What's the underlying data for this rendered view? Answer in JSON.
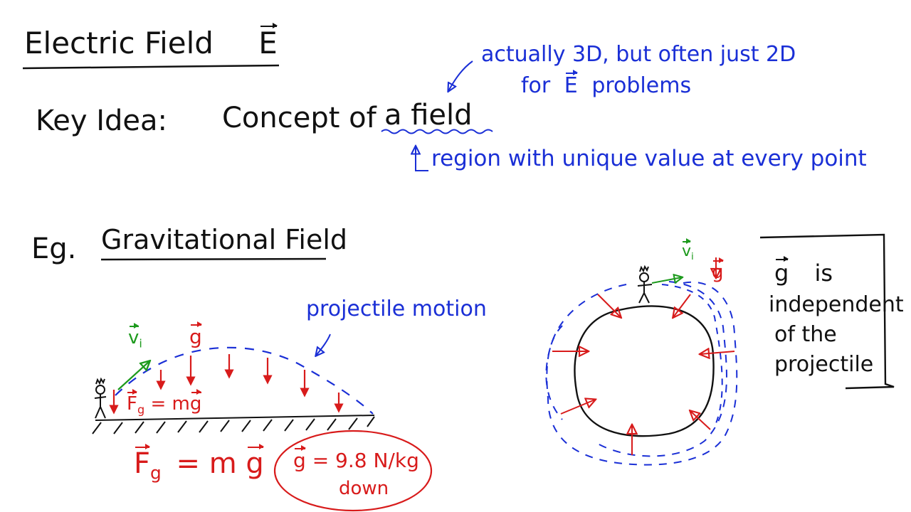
{
  "colors": {
    "ink": "#111111",
    "blue": "#1a2fd6",
    "red": "#d81b1b",
    "green": "#1d9a1d"
  },
  "header": {
    "title": "Electric Field",
    "title_symbol": "E"
  },
  "annotation_top": {
    "line1": "actually 3D, but often just 2D",
    "line2_prefix": "for",
    "line2_symbol": "E",
    "line2_suffix": "problems"
  },
  "key_idea": {
    "label": "Key Idea:",
    "text": "Concept of",
    "emphasis": "a field"
  },
  "definition": {
    "text": "region with unique value at every point"
  },
  "example": {
    "label": "Eg.",
    "title": "Gravitational Field",
    "projectile_label": "projectile motion",
    "vi_symbol": "v",
    "vi_subscript": "i",
    "g_symbol": "g",
    "force_small_lhs": "F",
    "force_small_sub": "g",
    "force_small_rhs": "= m",
    "force_main_lhs": "F",
    "force_main_sub": "g",
    "force_main_rhs": "= m",
    "g_value": "= 9.8 N/kg",
    "g_direction": "down"
  },
  "planet": {
    "vi_symbol": "v",
    "vi_subscript": "i",
    "g_symbol": "g",
    "note_line1": "is",
    "note_line2": "independent",
    "note_line3": "of the",
    "note_line4": "projectile"
  }
}
